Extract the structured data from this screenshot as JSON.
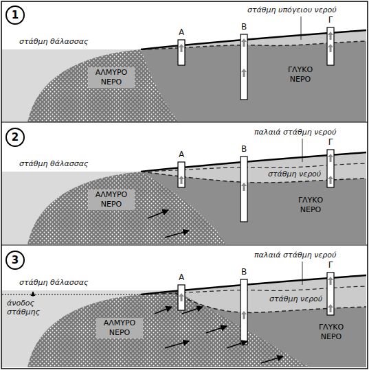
{
  "diagram": {
    "nodes": [
      {
        "text": [
          "1"
        ]
      },
      {
        "text": [
          "2"
        ]
      },
      {
        "text": [
          "3"
        ]
      }
    ],
    "labels": [
      "στάθμη θάλασσας",
      "Α",
      "Β",
      "Γ",
      "στάθμη υπόγειου νερού",
      "ΑΛΜΥΡΟ ΝΕΡΟ",
      "ΓΛΥΚΟ ΝΕΡΟ",
      "στάθμη θάλασσας",
      "Α",
      "Β",
      "Γ",
      "παλαιά στάθμη νερού",
      "στάθμη νερού",
      "ΑΛΜΥΡΟ ΝΕΡΟ",
      "ΓΛΥΚΟ ΝΕΡΟ",
      "στάθμη θάλασσας",
      "άνοδος στάθμης",
      "Α",
      "Β",
      "Γ",
      "παλαιά στάθμη νερού",
      "στάθμη νερού",
      "ΑΛΜΥΡΟ ΝΕΡΟ",
      "ΓΛΥΚΟ ΝΕΡΟ"
    ]
  }
}
